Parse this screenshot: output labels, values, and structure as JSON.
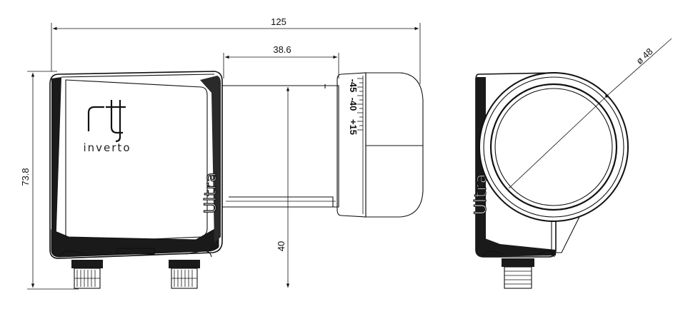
{
  "dimensions": {
    "overall_length": "125",
    "horn_length": "38.6",
    "height": "73.8",
    "axis_height": "40",
    "diameter": "ø 48"
  },
  "branding": {
    "logo_letters": "rt",
    "brand_name": "inverto",
    "model_name": "Ultra"
  },
  "skew_scale": {
    "labels": [
      "-45",
      "-40",
      "+15"
    ]
  }
}
